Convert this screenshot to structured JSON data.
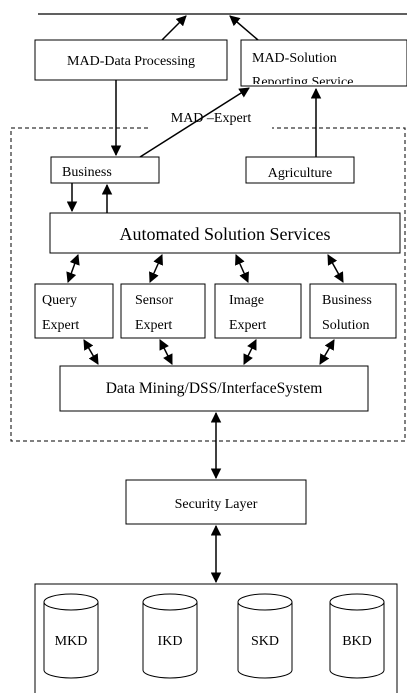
{
  "diagram": {
    "top_boxes": {
      "data_processing": "MAD-Data Processing",
      "solution_line1": "MAD-Solution",
      "solution_line2": "Reporting Service"
    },
    "expert_region_label": "MAD –Expert",
    "business": "Business",
    "agriculture": "Agriculture",
    "automated_solution_services": "Automated Solution Services",
    "experts": [
      {
        "line1": "Query",
        "line2": "Expert"
      },
      {
        "line1": "Sensor",
        "line2": "Expert"
      },
      {
        "line1": "Image",
        "line2": "Expert"
      },
      {
        "line1": "Business",
        "line2": "Solution"
      }
    ],
    "data_mining": "Data Mining/DSS/InterfaceSystem",
    "security_layer": "Security Layer",
    "databases": [
      "MKD",
      "IKD",
      "SKD",
      "BKD"
    ]
  }
}
